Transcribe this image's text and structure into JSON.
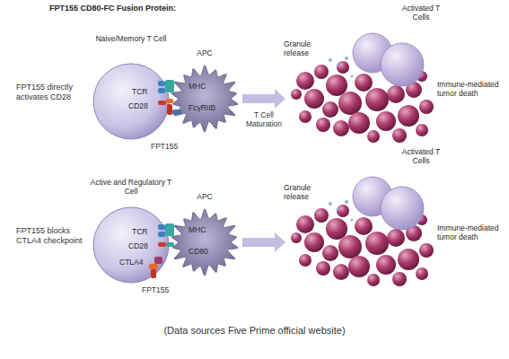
{
  "diagram": {
    "title": "FPT155 CD80-FC Fusion Protein:",
    "caption": "(Data sources Five Prime official website)",
    "nodes": [
      {
        "text": [
          "Naive/Memory T Cell",
          "TCR",
          "CD28"
        ]
      },
      {
        "text": [
          "APC",
          "MHC",
          "FcγRIIB"
        ]
      },
      {
        "text": [
          "Activated T Cells",
          "Granule release",
          "Immune-mediated tumor death"
        ]
      },
      {
        "text": [
          "Active and Regulatory T Cell",
          "TCR",
          "CD28",
          "CTLA4"
        ]
      },
      {
        "text": [
          "APC",
          "MHC",
          "CD80"
        ]
      },
      {
        "text": [
          "Activated T Cells",
          "Granule release",
          "Immune-mediated tumor death"
        ]
      }
    ],
    "edges": [
      {
        "from": 1,
        "to": 2,
        "arrow": "to",
        "label": "T Cell Maturation"
      },
      {
        "from": 4,
        "to": 5,
        "arrow": "to"
      }
    ],
    "labels": [
      "FPT155 directly activates CD28",
      "FPT155",
      "FPT155 blocks CTLA4 checkpoint",
      "FPT155"
    ]
  }
}
